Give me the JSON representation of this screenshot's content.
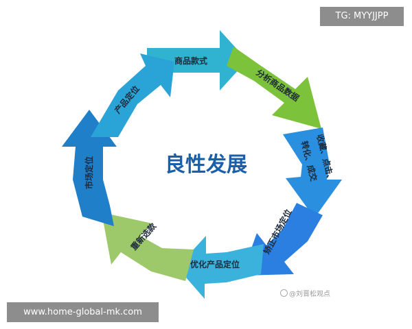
{
  "watermark_tag": "TG: MYYJJPP",
  "watermark_url": "www.home-global-mk.com",
  "credit": "@刘晋松观点",
  "diagram": {
    "center_title": "良性发展",
    "steps": [
      {
        "label": "商品款式",
        "color": "#2fb3d0"
      },
      {
        "label": "分析商品数据",
        "color": "#7cc23a"
      },
      {
        "label": "收藏、点击、",
        "label2": "转化、成交",
        "color": "#2a8fde"
      },
      {
        "label": "矫正市场定位",
        "color": "#2b7fe0"
      },
      {
        "label": "优化产品定位",
        "color": "#3bb2dc"
      },
      {
        "label": "重新选款",
        "color": "#9dc96b"
      },
      {
        "label": "市场定位",
        "color": "#1f7fc9"
      },
      {
        "label": "产品定位",
        "color": "#2aa4d6"
      }
    ]
  }
}
